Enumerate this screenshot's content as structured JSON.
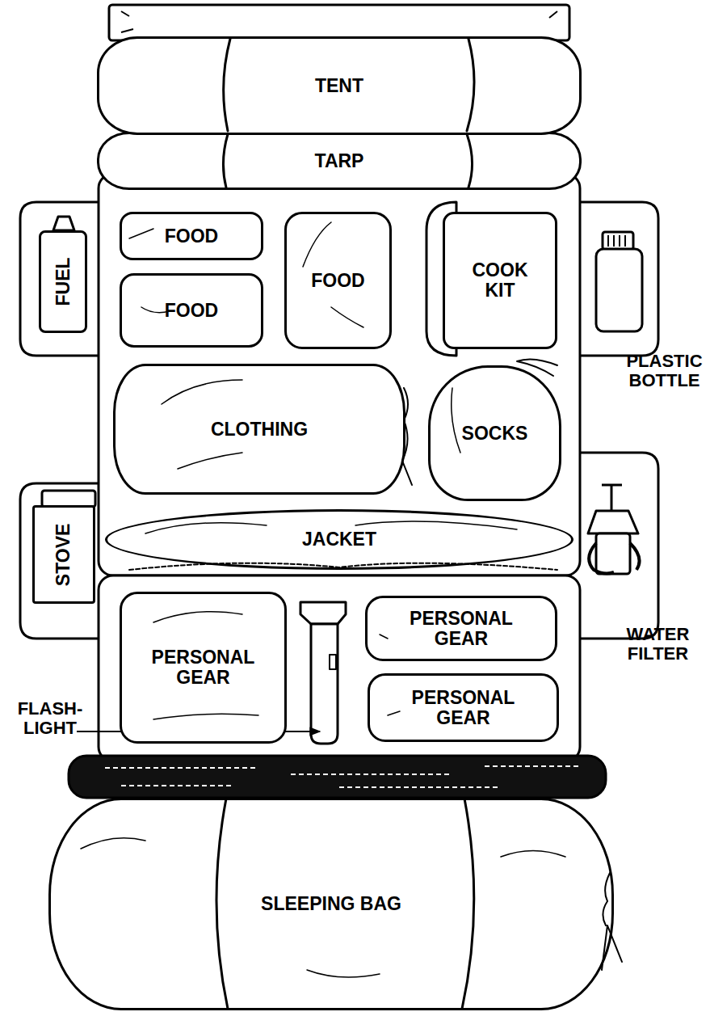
{
  "diagram": {
    "nodes": [
      {
        "text": [
          "TENT"
        ]
      },
      {
        "text": [
          "TARP"
        ]
      },
      {
        "text": [
          "FUEL"
        ]
      },
      {
        "text": [
          "FOOD"
        ]
      },
      {
        "text": [
          "FOOD"
        ]
      },
      {
        "text": [
          "FOOD"
        ]
      },
      {
        "text": [
          "COOK KIT"
        ]
      },
      {
        "text": [
          "CLOTHING"
        ]
      },
      {
        "text": [
          "SOCKS"
        ]
      },
      {
        "text": [
          "STOVE"
        ]
      },
      {
        "text": [
          "JACKET"
        ]
      },
      {
        "text": [
          "PERSONAL GEAR"
        ]
      },
      {
        "text": [
          "PERSONAL GEAR"
        ]
      },
      {
        "text": [
          "PERSONAL GEAR"
        ]
      },
      {
        "text": [
          "SLEEPING BAG"
        ]
      }
    ],
    "labels": [
      "PLASTIC BOTTLE",
      "WATER FILTER",
      "FLASH- LIGHT"
    ]
  }
}
